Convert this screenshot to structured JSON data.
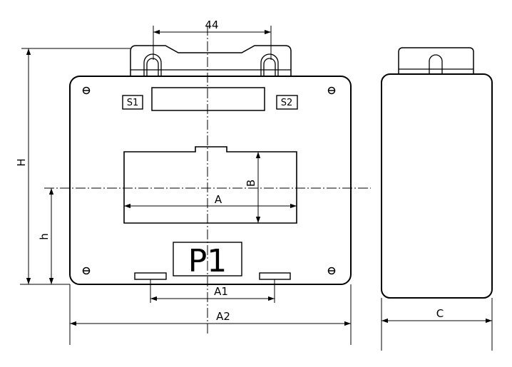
{
  "dimensions": {
    "top_spacing": "44",
    "height_total": "H",
    "height_center": "h",
    "window_width": "A",
    "window_height": "B",
    "mount_spacing": "A1",
    "overall_width": "A2",
    "depth": "C"
  },
  "markings": {
    "terminal_left": "S1",
    "terminal_right": "S2",
    "primary": "P1"
  }
}
